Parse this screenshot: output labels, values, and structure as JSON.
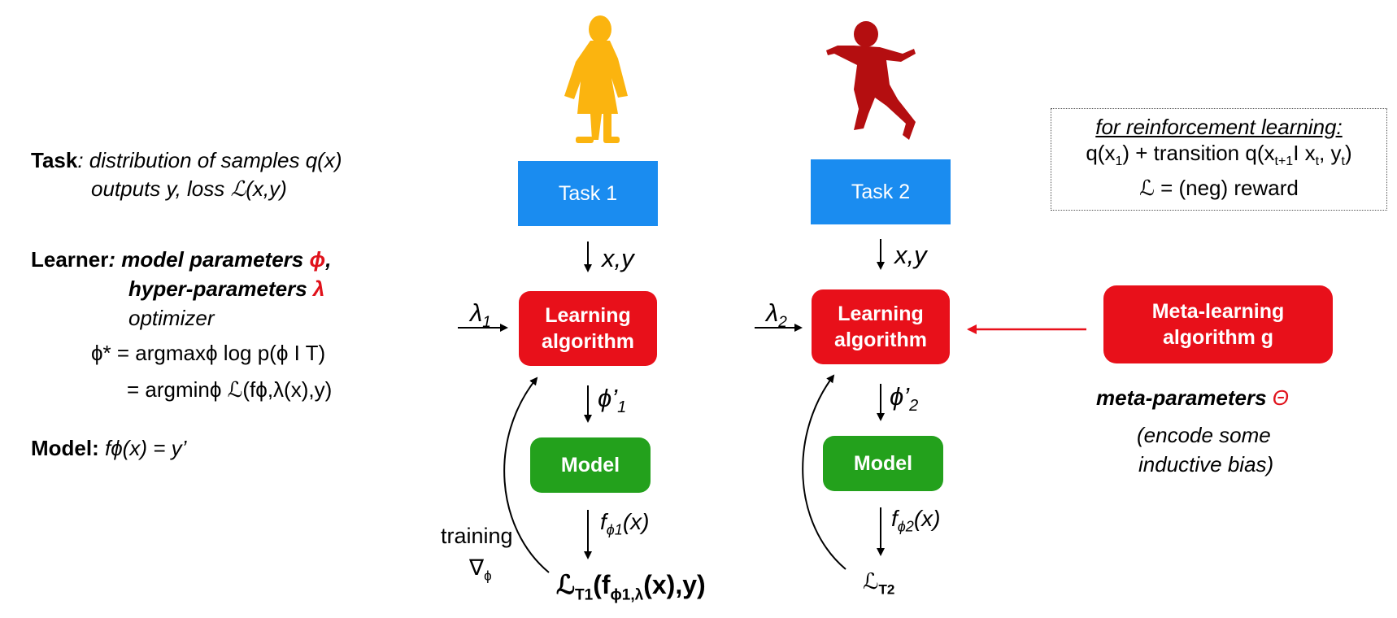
{
  "left": {
    "task_head": "Task",
    "task_line1": ": distribution of samples q(x)",
    "task_line2": "outputs y, loss ℒ(x,y)",
    "learner_head": "Learner",
    "learner_line1": ": model parameters ",
    "phi": "ϕ",
    "comma": ",",
    "learner_line2": "hyper-parameters ",
    "lambda": "λ",
    "learner_line3": "optimizer",
    "eq1": "ϕ* = argmaxϕ log p(ϕ I T)",
    "eq2": "= argminϕ ℒ(fϕ,λ(x),y)",
    "model_head": "Model:",
    "model_eq": "fϕ(x) = y’"
  },
  "column1": {
    "task": "Task 1",
    "xy": "x,y",
    "lambda": "λ1",
    "learning": "Learning algorithm",
    "phi_out": "ϕ’1",
    "model": "Model",
    "f_out": "fϕ1(x)",
    "training": "training",
    "grad": "∇ϕ",
    "loss": "ℒT1(fϕ1,λ(x),y)"
  },
  "column2": {
    "task": "Task 2",
    "xy": "x,y",
    "lambda": "λ2",
    "learning": "Learning algorithm",
    "phi_out": "ϕ’2",
    "model": "Model",
    "f_out": "fϕ2(x)",
    "loss": "ℒT2"
  },
  "meta": {
    "box": "Meta-learning algorithm g",
    "params_label": "meta-parameters ",
    "theta": "Θ",
    "note_line1": "(encode some",
    "note_line2": "inductive bias)"
  },
  "rl": {
    "title": "for reinforcement learning:",
    "line1": "q(x1) + transition q(xt+1I xt, yt)",
    "line2": "ℒ = (neg) reward"
  },
  "colors": {
    "task": "#1a8cf0",
    "learning": "#e8101a",
    "model": "#23a11c",
    "child": "#fbb40f",
    "runner": "#b40e10"
  },
  "icons": [
    "child-silhouette-icon",
    "runner-silhouette-icon"
  ]
}
